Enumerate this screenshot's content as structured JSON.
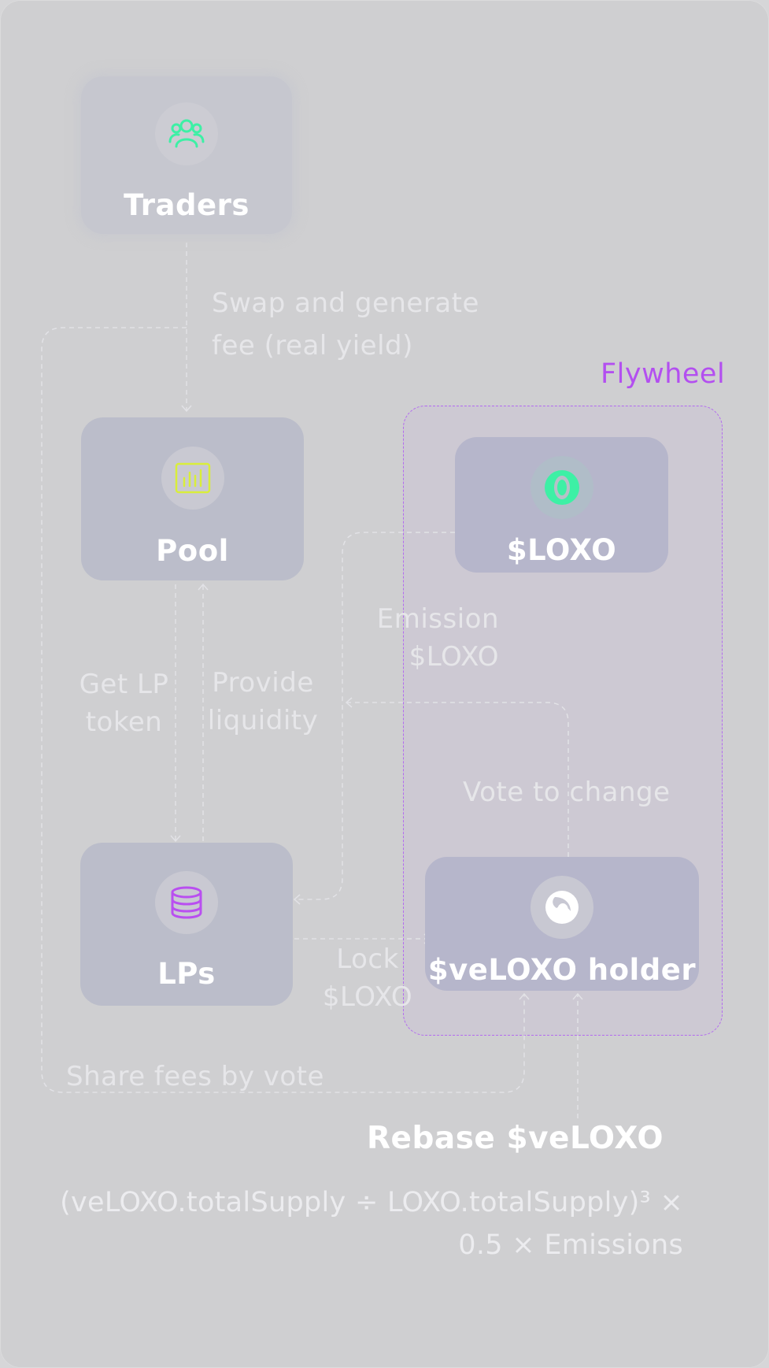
{
  "nodes": {
    "traders": {
      "label": "Traders",
      "icon": "users-icon"
    },
    "pool": {
      "label": "Pool",
      "icon": "chart-icon"
    },
    "lps": {
      "label": "LPs",
      "icon": "coins-icon"
    },
    "loxo": {
      "label": "$LOXO",
      "icon": "loxo-token-icon"
    },
    "veloxo_holder": {
      "label": "$veLOXO holder",
      "icon": "veloxo-token-icon"
    }
  },
  "flywheel": {
    "label": "Flywheel"
  },
  "edges": {
    "swap_line1": "Swap and generate",
    "swap_line2": "fee (real yield)",
    "get_lp_line1": "Get LP",
    "get_lp_line2": "token",
    "provide_line1": "Provide",
    "provide_line2": "liquidity",
    "emission_line1": "Emission",
    "emission_line2": "$LOXO",
    "vote": "Vote to change",
    "lock_line1": "Lock",
    "lock_line2": "$LOXO",
    "share": "Share fees by vote"
  },
  "rebase": {
    "title": "Rebase $veLOXO",
    "formula_line1": "(veLOXO.totalSupply ÷ LOXO.totalSupply)³ ×",
    "formula_line2": "0.5 × Emissions"
  },
  "colors": {
    "accent_purple": "#b34ff0",
    "icon_green": "#3df0a5",
    "icon_yellow": "#d9ee3a",
    "icon_purple": "#b94ff0"
  }
}
